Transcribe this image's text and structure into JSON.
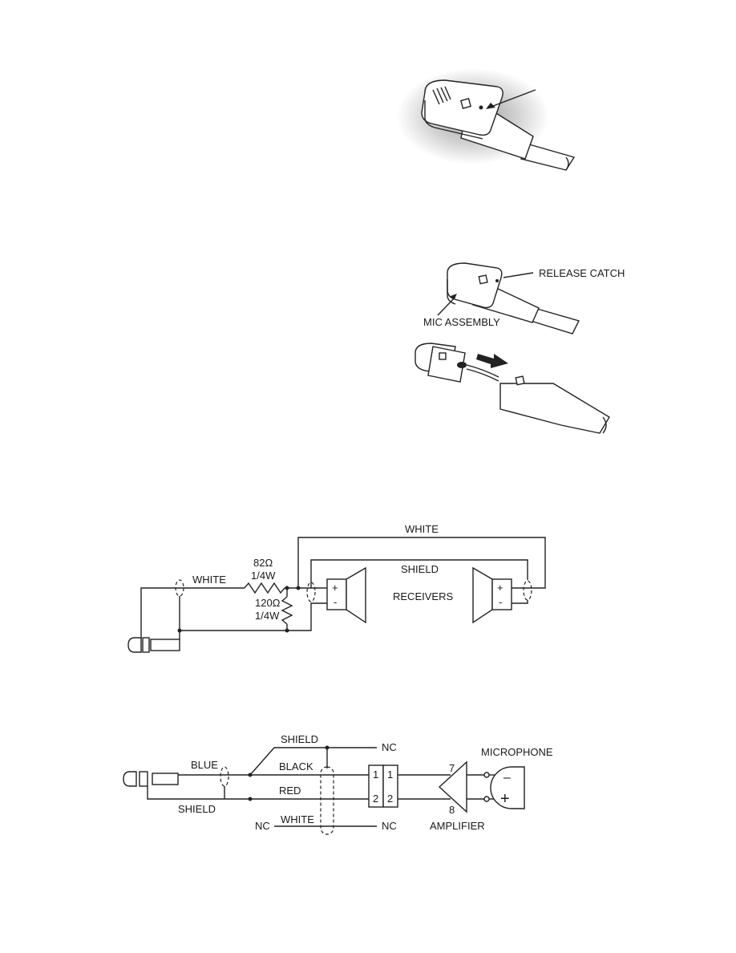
{
  "fig_mic_photo": {
    "pointer_label": ""
  },
  "fig_assembly": {
    "release_catch": "RELEASE CATCH",
    "mic_assembly": "MIC ASSEMBLY"
  },
  "schematic_receivers": {
    "white_top": "WHITE",
    "white_left": "WHITE",
    "shield": "SHIELD",
    "r1_value": "82Ω",
    "r1_power": "1/4W",
    "r2_value": "120Ω",
    "r2_power": "1/4W",
    "receivers": "RECEIVERS",
    "plus": "+",
    "minus": "-"
  },
  "schematic_microphone": {
    "shield_top": "SHIELD",
    "nc_top": "NC",
    "blue": "BLUE",
    "black": "BLACK",
    "red": "RED",
    "shield_bottom": "SHIELD",
    "nc_left": "NC",
    "white": "WHITE",
    "nc_right": "NC",
    "pin1_a": "1",
    "pin1_b": "1",
    "pin2_a": "2",
    "pin2_b": "2",
    "amp_pin7": "7",
    "amp_pin8": "8",
    "amplifier": "AMPLIFIER",
    "microphone": "MICROPHONE",
    "mic_minus": "–",
    "mic_plus": "+"
  }
}
